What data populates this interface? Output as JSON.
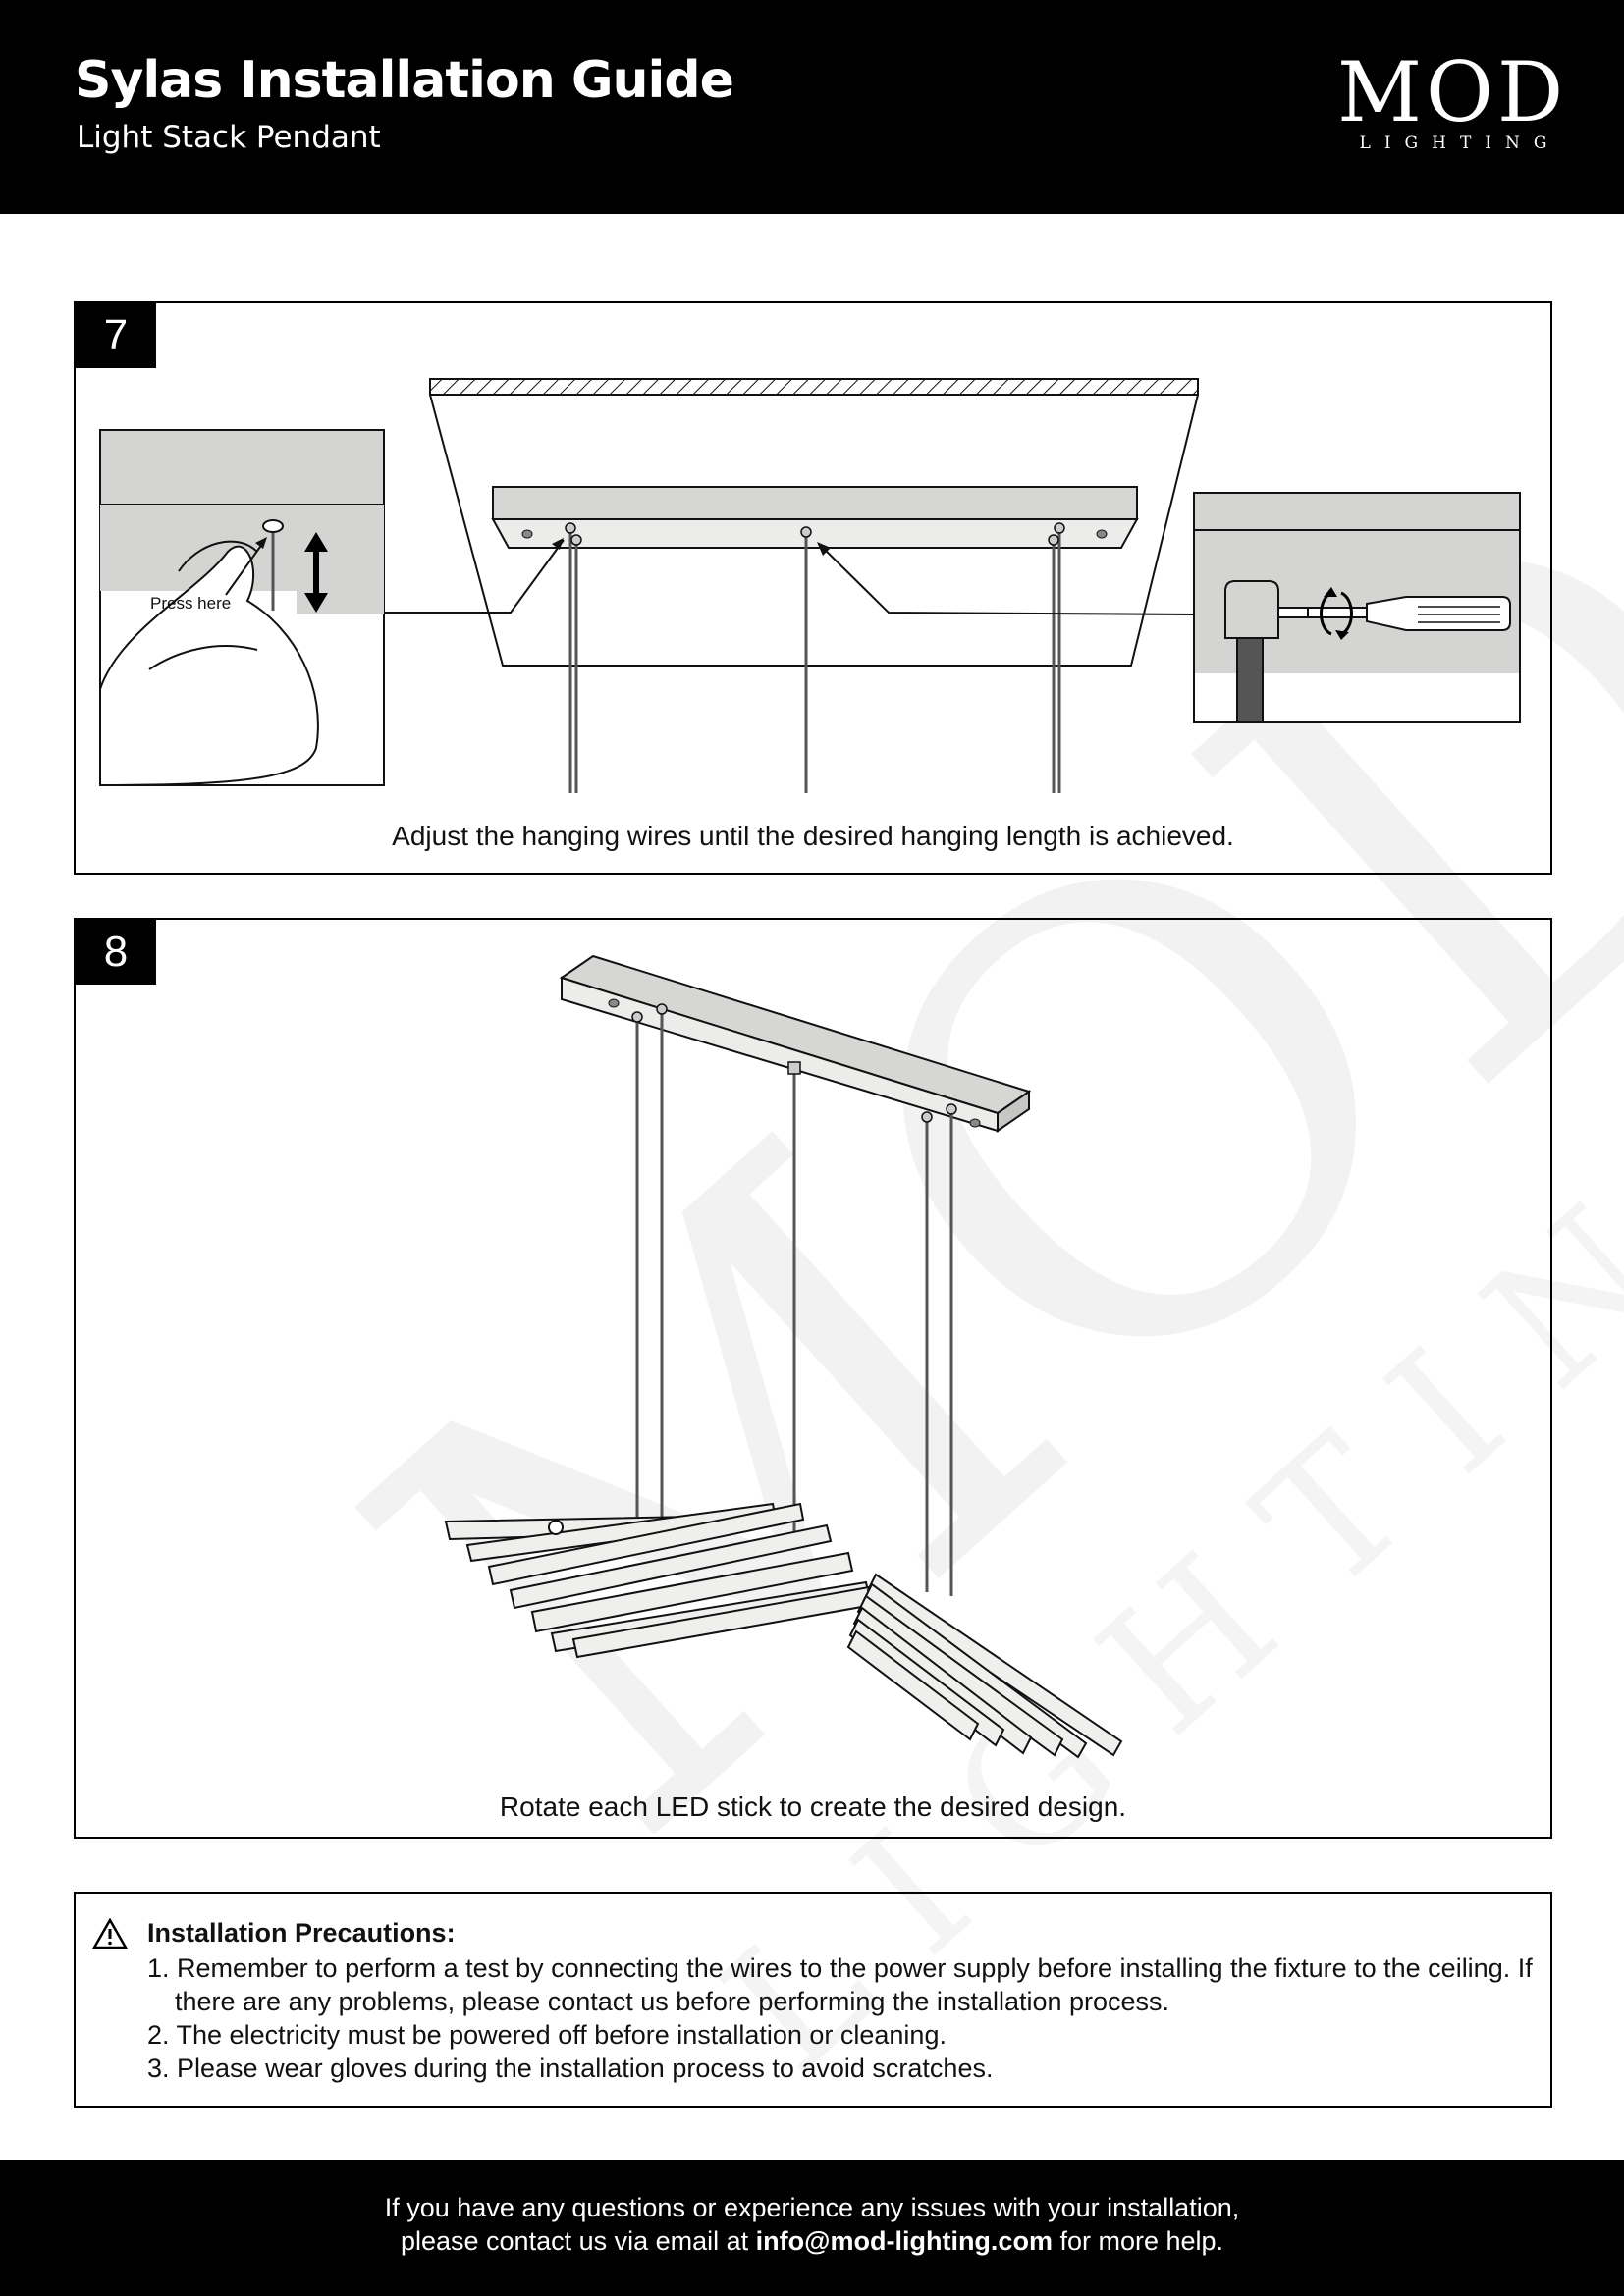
{
  "header": {
    "title": "Sylas Installation Guide",
    "subtitle": "Light Stack Pendant",
    "logo": {
      "main": "MOD",
      "sub": "LIGHTING"
    }
  },
  "watermark": {
    "main": "MOD",
    "sub": "LIGHTING"
  },
  "steps": [
    {
      "number": "7",
      "caption": "Adjust the hanging wires until the desired hanging length is achieved.",
      "inset_label": "Press here"
    },
    {
      "number": "8",
      "caption": "Rotate each LED stick to create the desired design."
    }
  ],
  "precautions": {
    "title": "Installation Precautions:",
    "items": [
      "1. Remember to perform a test by connecting the wires to the power supply before installing the fixture to the ceiling. If there are any problems, please contact us before performing the installation process.",
      "2. The electricity must be powered off before installation or cleaning.",
      "3. Please wear gloves during the installation process to avoid scratches."
    ]
  },
  "footer": {
    "line1": "If you have any questions or experience any issues with your installation,",
    "line2_prefix": "please contact us via email at ",
    "email": "info@mod-lighting.com",
    "line2_suffix": " for more help."
  },
  "colors": {
    "header_bg": "#000000",
    "panel_fill": "#d4d4d2",
    "text": "#111111"
  },
  "icons": [
    "warning-triangle-icon",
    "screwdriver-icon",
    "rotate-icon",
    "double-arrow-icon"
  ]
}
